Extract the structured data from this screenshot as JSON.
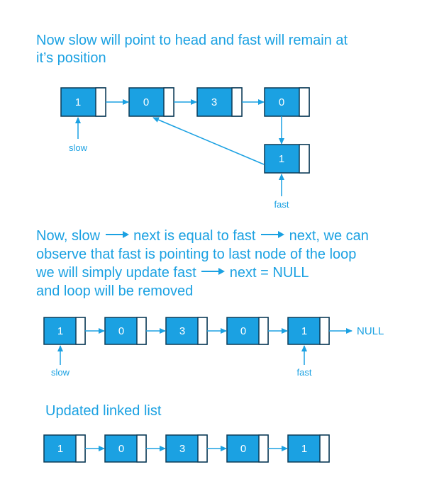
{
  "colors": {
    "accent": "#1ba1e2",
    "node_fill": "#1ba1e2",
    "node_border": "#0d3b57"
  },
  "heading1": {
    "line1": "Now slow will point to head and fast will remain at",
    "line2": "it’s position"
  },
  "diagram1": {
    "nodes": [
      "1",
      "0",
      "3",
      "0",
      "1"
    ],
    "slow_label": "slow",
    "fast_label": "fast"
  },
  "explanation": {
    "line1_a": "Now, slow",
    "line1_b": "next is equal to fast",
    "line1_c": "next,  we can",
    "line2": "observe that fast is pointing to last node of the loop",
    "line3_a": "we will simply update fast",
    "line3_b": "next = NULL",
    "line4": "and loop will be removed"
  },
  "diagram2": {
    "nodes": [
      "1",
      "0",
      "3",
      "0",
      "1"
    ],
    "null_label": "NULL",
    "slow_label": "slow",
    "fast_label": "fast"
  },
  "heading2": {
    "text": "Updated linked list"
  },
  "diagram3": {
    "nodes": [
      "1",
      "0",
      "3",
      "0",
      "1"
    ]
  }
}
